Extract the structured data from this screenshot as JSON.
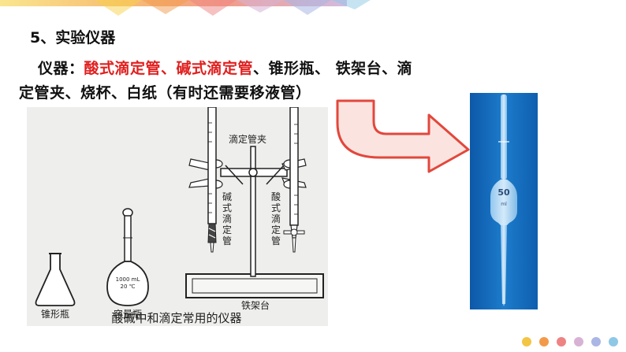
{
  "heading": "5、实验仪器",
  "intro": {
    "label": "仪器：",
    "highlight": "酸式滴定管、碱式滴定管",
    "rest_line1": "、锥形瓶、 铁架台、滴",
    "line2": "定管夹、烧杯、白纸（有时还需要移液管）"
  },
  "figure": {
    "caption": "酸碱中和滴定常用的仪器",
    "clamp_label": "滴定管夹",
    "base_buret_label": "碱式滴定管",
    "acid_buret_label": "酸式滴定管",
    "stand_label": "铁架台",
    "flask_label": "锥形瓶",
    "vol_flask_label": "容量瓶",
    "vol_flask_text1": "1000 mL",
    "vol_flask_text2": "20 ℃"
  },
  "pipette": {
    "mark": "50",
    "unit": "ml"
  },
  "colors": {
    "highlight": "#e0201f",
    "arrow": "#e3473c",
    "pipette_bg": "#1566b5"
  },
  "decor": {
    "top_gradient": [
      "#f7d24a",
      "#f5b25a",
      "#f08a73",
      "#c9b0dd"
    ],
    "dots": [
      "#f3c545",
      "#f29a4a",
      "#ee8384",
      "#d7b2d4",
      "#aab6e4",
      "#8ec8e6"
    ]
  }
}
